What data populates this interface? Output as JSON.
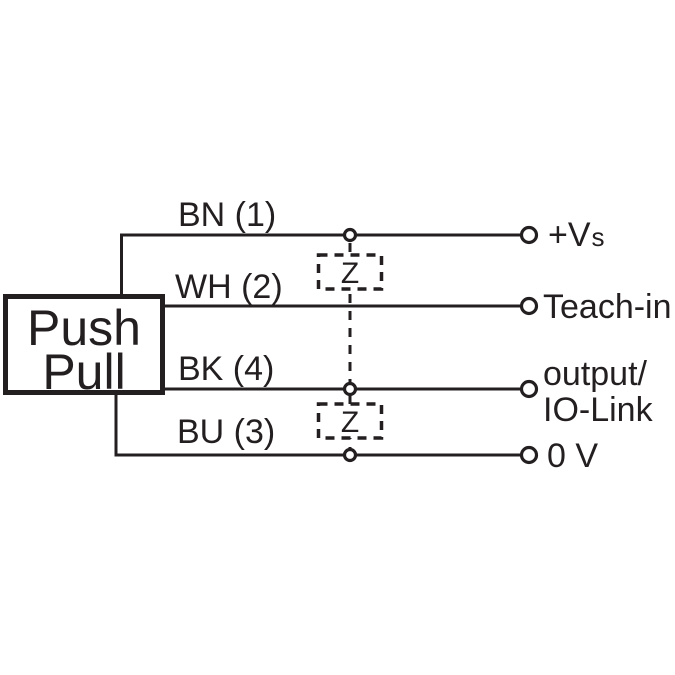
{
  "device_block": {
    "line1": "Push",
    "line2": "Pull"
  },
  "wires": [
    {
      "label": "BN (1)"
    },
    {
      "label": "WH (2)"
    },
    {
      "label": "BK (4)"
    },
    {
      "label": "BU (3)"
    }
  ],
  "terminals": [
    {
      "main": "+V",
      "sub": "s"
    },
    {
      "label": "Teach-in"
    },
    {
      "line1": "output/",
      "line2": "IO-Link"
    },
    {
      "label": "0 V"
    }
  ],
  "suppressors": [
    {
      "label": "Z"
    },
    {
      "label": "Z"
    }
  ],
  "colors": {
    "ink": "#231f20",
    "background": "#ffffff"
  }
}
